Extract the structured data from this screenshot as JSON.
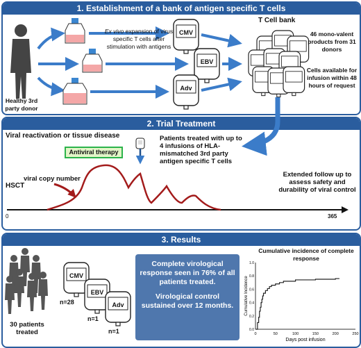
{
  "panel1": {
    "title": "1. Establishment of a bank of antigen specific T cells",
    "donor_label": "Healthy 3rd party donor",
    "expansion_italic": "Ex vivo",
    "expansion_text": "expansion of virus specific T cells after stimulation with antigens",
    "bags": [
      "CMV",
      "EBV",
      "Adv"
    ],
    "bank_title": "T Cell bank",
    "products": "46 mono-valent products from 31 donors",
    "availability": "Cells available for infusion within 48 hours of request"
  },
  "panel2": {
    "title": "2. Trial Treatment",
    "reactivation": "Viral reactivation or tissue disease",
    "antiviral": "Antiviral therapy",
    "patients_treated": "Patients treated with up to 4 infusions of HLA-mismatched 3rd party antigen specific T cells",
    "copy_number": "viral copy number",
    "hsct": "HSCT",
    "follow_up": "Extended follow up to assess safety and durability of viral control",
    "axis_start": "0",
    "axis_end": "365"
  },
  "panel3": {
    "title": "3. Results",
    "patients": "30 patients treated",
    "bags": [
      {
        "label": "CMV",
        "n": "n=28"
      },
      {
        "label": "EBV",
        "n": "n=1"
      },
      {
        "label": "Adv",
        "n": "n=1"
      }
    ],
    "result1": "Complete virological response seen in 76% of all patients treated.",
    "result2": "Virological control sustained over 12 months.",
    "chart_title": "Cumulative incidence of complete response"
  },
  "chart_data": {
    "type": "line",
    "title": "Cumulative incidence of complete response",
    "xlabel": "Days post infusion",
    "ylabel": "Cumulative Incidence",
    "xlim": [
      0,
      250
    ],
    "ylim": [
      0,
      1
    ],
    "xticks": [
      "0",
      "50",
      "100",
      "150",
      "200",
      "250"
    ],
    "yticks": [
      "0.0",
      "0.2",
      "0.4",
      "0.6",
      "0.8",
      "1.0"
    ],
    "x": [
      0,
      5,
      8,
      10,
      12,
      14,
      16,
      18,
      20,
      25,
      30,
      35,
      40,
      50,
      60,
      70,
      100,
      150,
      200,
      210
    ],
    "y": [
      0,
      0.1,
      0.18,
      0.27,
      0.33,
      0.4,
      0.45,
      0.5,
      0.54,
      0.58,
      0.61,
      0.64,
      0.66,
      0.68,
      0.7,
      0.72,
      0.74,
      0.75,
      0.76,
      0.76
    ],
    "grid": false
  },
  "colors": {
    "header": "#2a5d9e",
    "arrow": "#3b7cc9",
    "curve": "#a31b1b",
    "result_box": "#4f77ad",
    "antiviral_border": "#2bb34a"
  }
}
